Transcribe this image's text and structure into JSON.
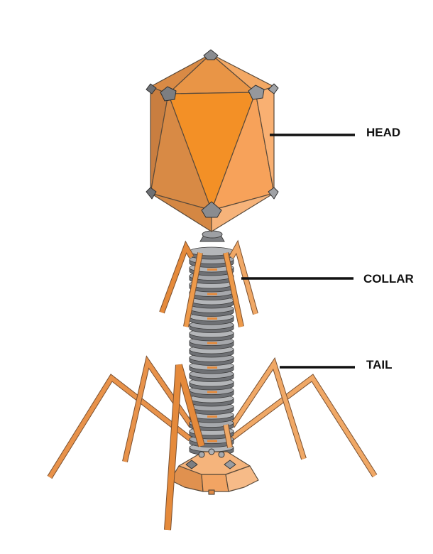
{
  "labels": {
    "head": "HEAD",
    "collar": "COLLAR",
    "tail": "TAIL"
  },
  "colors": {
    "orange_light": "#F8A45A",
    "orange": "#F0912E",
    "orange_mid": "#E58A3B",
    "orange_dark": "#C87A3A",
    "outline": "#5A4A3A",
    "grey_light": "#B4B6B9",
    "grey": "#8E9094",
    "grey_dark": "#5E6064",
    "line": "#111111"
  }
}
